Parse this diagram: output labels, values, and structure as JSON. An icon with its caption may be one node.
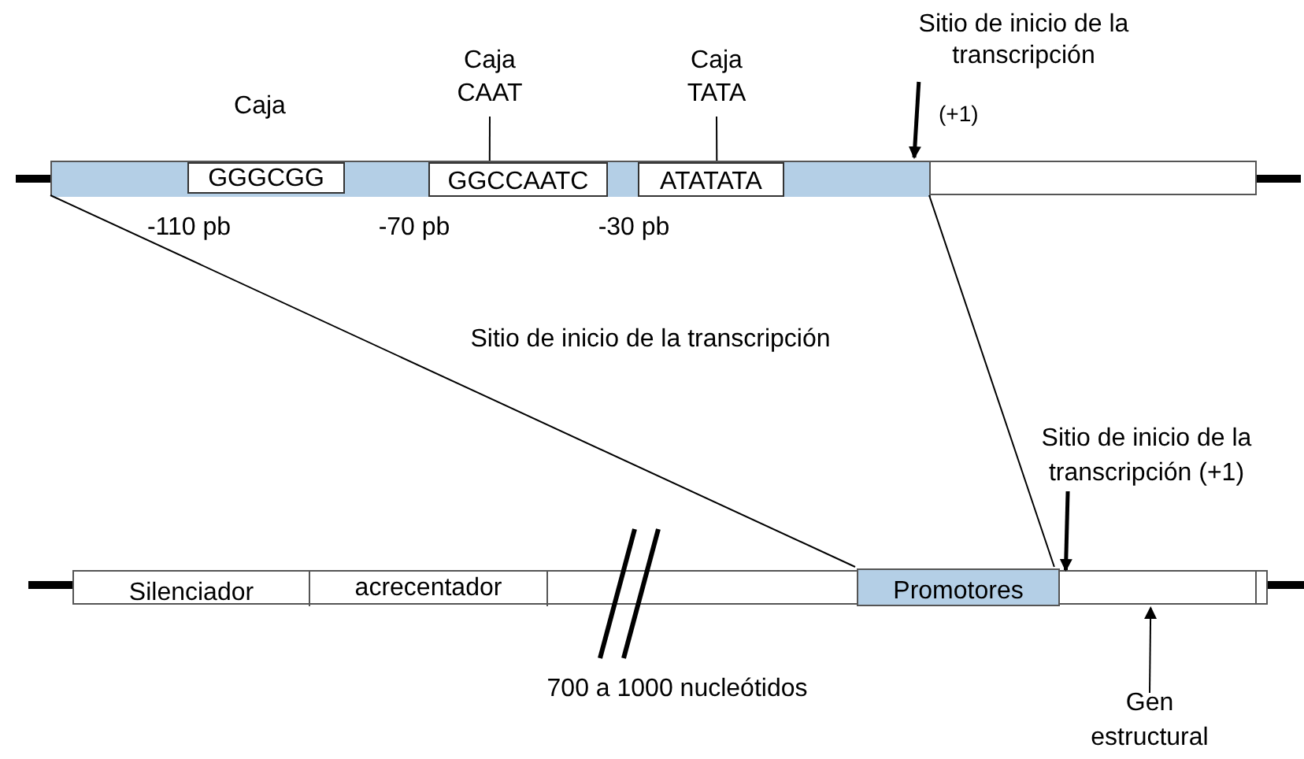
{
  "diagram": {
    "nodes": [
      {
        "text": [],
        "shape": "bar"
      },
      {
        "text": [],
        "shape": "box",
        "in": 0
      },
      {
        "text": [
          "GGGCGG"
        ],
        "in": 1,
        "beside": [
          "-110 pb"
        ]
      },
      {
        "text": [
          "GGCCAATC"
        ],
        "in": 1,
        "beside": [
          "-70 pb"
        ]
      },
      {
        "text": [
          "ATATATA"
        ],
        "in": 1,
        "beside": [
          "-30 pb"
        ]
      },
      {
        "text": [
          "Caja CAAT"
        ]
      },
      {
        "text": [
          "Caja TATA"
        ]
      },
      {
        "text": [
          "Sitio de inicio de la transcripción"
        ]
      },
      {
        "text": [],
        "shape": "bar"
      },
      {
        "text": [
          "Silenciador"
        ],
        "in": 8
      },
      {
        "text": [
          "acrecentador"
        ],
        "in": 8
      },
      {
        "text": [
          "Promotores"
        ],
        "in": 8
      },
      {
        "text": [
          "Sitio de inicio de la transcripción (+1)"
        ]
      },
      {
        "text": [
          "Gen estructural"
        ]
      }
    ],
    "edges": [
      {
        "from": 5,
        "to": 3,
        "arrow": "none"
      },
      {
        "from": 6,
        "to": 4,
        "arrow": "none"
      },
      {
        "from": 7,
        "to": 1,
        "arrow": "to",
        "style": "thick"
      },
      {
        "from": 1,
        "to": 11,
        "arrow": "none"
      },
      {
        "from": 1,
        "to": 11,
        "arrow": "none"
      },
      {
        "from": 12,
        "to": 8,
        "arrow": "to",
        "style": "thick"
      },
      {
        "from": 13,
        "to": 8,
        "arrow": "to"
      }
    ],
    "labels": [
      "Caja",
      "(+1)",
      "Sitio de inicio de la transcripción",
      "700 a 1000 nucleótidos"
    ]
  }
}
